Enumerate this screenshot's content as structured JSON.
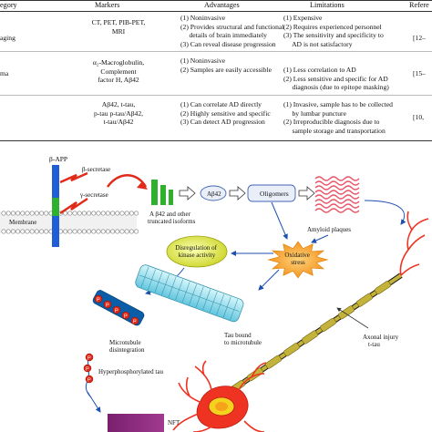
{
  "table": {
    "headers": {
      "category": "egory",
      "markers": "Markers",
      "advantages": "Advantages",
      "limitations": "Limitations",
      "references": "Refere"
    },
    "rows": [
      {
        "category": "aging",
        "markers": [
          "CT, PET, PIB-PET,",
          "MRI"
        ],
        "advantages": [
          "(1) Noninvasive",
          "(2) Provides structural and functional",
          "     details of brain immediately",
          "(3) Can reveal disease progression"
        ],
        "limitations": [
          "(1) Expensive",
          "(2) Requires experienced personnel",
          "(3) The sensitivity and specificity to",
          "     AD is not satisfactory"
        ],
        "references": "[12–"
      },
      {
        "category": "ma",
        "markers": [
          "α₂-Macroglobulin,",
          "Complement",
          "factor H, Aβ42"
        ],
        "advantages": [
          "(1) Noninvasive",
          "(2) Samples are easily accessible"
        ],
        "limitations": [
          "(1) Less correlation to AD",
          "(2) Less sensitive and specific for AD",
          "     diagnosis (due to epitope masking)"
        ],
        "references": "[15–"
      },
      {
        "category": "",
        "markers": [
          "Aβ42, t-tau,",
          "p-tau p-tau/Aβ42,",
          "t-tau/Aβ42"
        ],
        "advantages": [
          "(1) Can correlate AD directly",
          "(2) Highly sensitive and specific",
          "(3) Can detect AD progression"
        ],
        "limitations": [
          "(1) Invasive, sample has to be collected",
          "     by lumbar puncture",
          "(2) Irreproducible diagnosis due to",
          "     sample storage and transportation"
        ],
        "references": "[10,"
      }
    ]
  },
  "figure": {
    "app": "β-APP",
    "beta_secretase": "β-secretase",
    "gamma_secretase": "γ-secretase",
    "membrane": "Membrane",
    "abeta_isoforms": [
      "A β42 and other",
      "truncated isoforms"
    ],
    "abeta42": "Aβ42",
    "oligomers": "Oligomers",
    "amyloid_plaques": "Amyloid plaques",
    "oxidative_stress": [
      "Oxidative",
      "stress"
    ],
    "kinase": [
      "Disregulation of",
      "kinase activity"
    ],
    "tau_bound": [
      "Tau bound",
      "to microtubule"
    ],
    "microtubule_disintegration": [
      "Microtubule",
      "disintegration"
    ],
    "hyperphosphorylated_tau": "Hyperphosphorylated tau",
    "axonal_injury": [
      "Axonal injury",
      "t-tau"
    ],
    "nft": "NFT",
    "p_symbol": "P",
    "colors": {
      "app_blue": "#1f5fd6",
      "green": "#2fb12f",
      "red_arrow": "#e02a1a",
      "oxidative": "#f7a21b",
      "kinase": "#e8ef3a",
      "plaque": "#e8576a",
      "neuron": "#ef3322",
      "axon": "#c4b33a",
      "microtubule": "#7fd7e8"
    }
  }
}
